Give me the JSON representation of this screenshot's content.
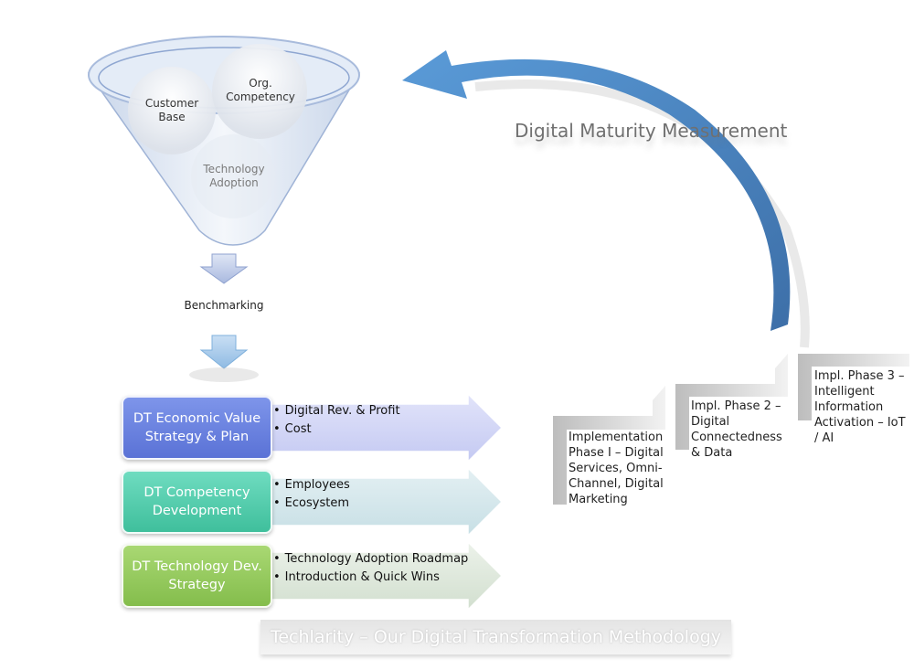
{
  "funnel": {
    "items": [
      "Customer Base",
      "Org. Competency",
      "Technology Adoption"
    ]
  },
  "benchmark_label": "Benchmarking",
  "maturity_title": "Digital Maturity Measurement",
  "rows": [
    {
      "box_label": "DT Economic Value Strategy & Plan",
      "bullets": [
        "Digital Rev. & Profit",
        "Cost"
      ]
    },
    {
      "box_label": "DT Competency Development",
      "bullets": [
        "Employees",
        "Ecosystem"
      ]
    },
    {
      "box_label": "DT Technology Dev. Strategy",
      "bullets": [
        "Technology Adoption Roadmap",
        "Introduction & Quick Wins"
      ]
    }
  ],
  "phases": [
    {
      "text": "Implementation Phase I – Digital Services, Omni-Channel, Digital Marketing"
    },
    {
      "text": "Impl. Phase 2 – Digital Connectedness & Data"
    },
    {
      "text": "Impl. Phase 3 – Intelligent Information Activation – IoT / AI"
    }
  ],
  "footer_title": "Techlarity – Our Digital Transformation Methodology",
  "colors": {
    "row1": "#6a82e0",
    "row2": "#4fcaa8",
    "row3": "#93c85d",
    "cycle_arrow": "#4a87c6"
  }
}
